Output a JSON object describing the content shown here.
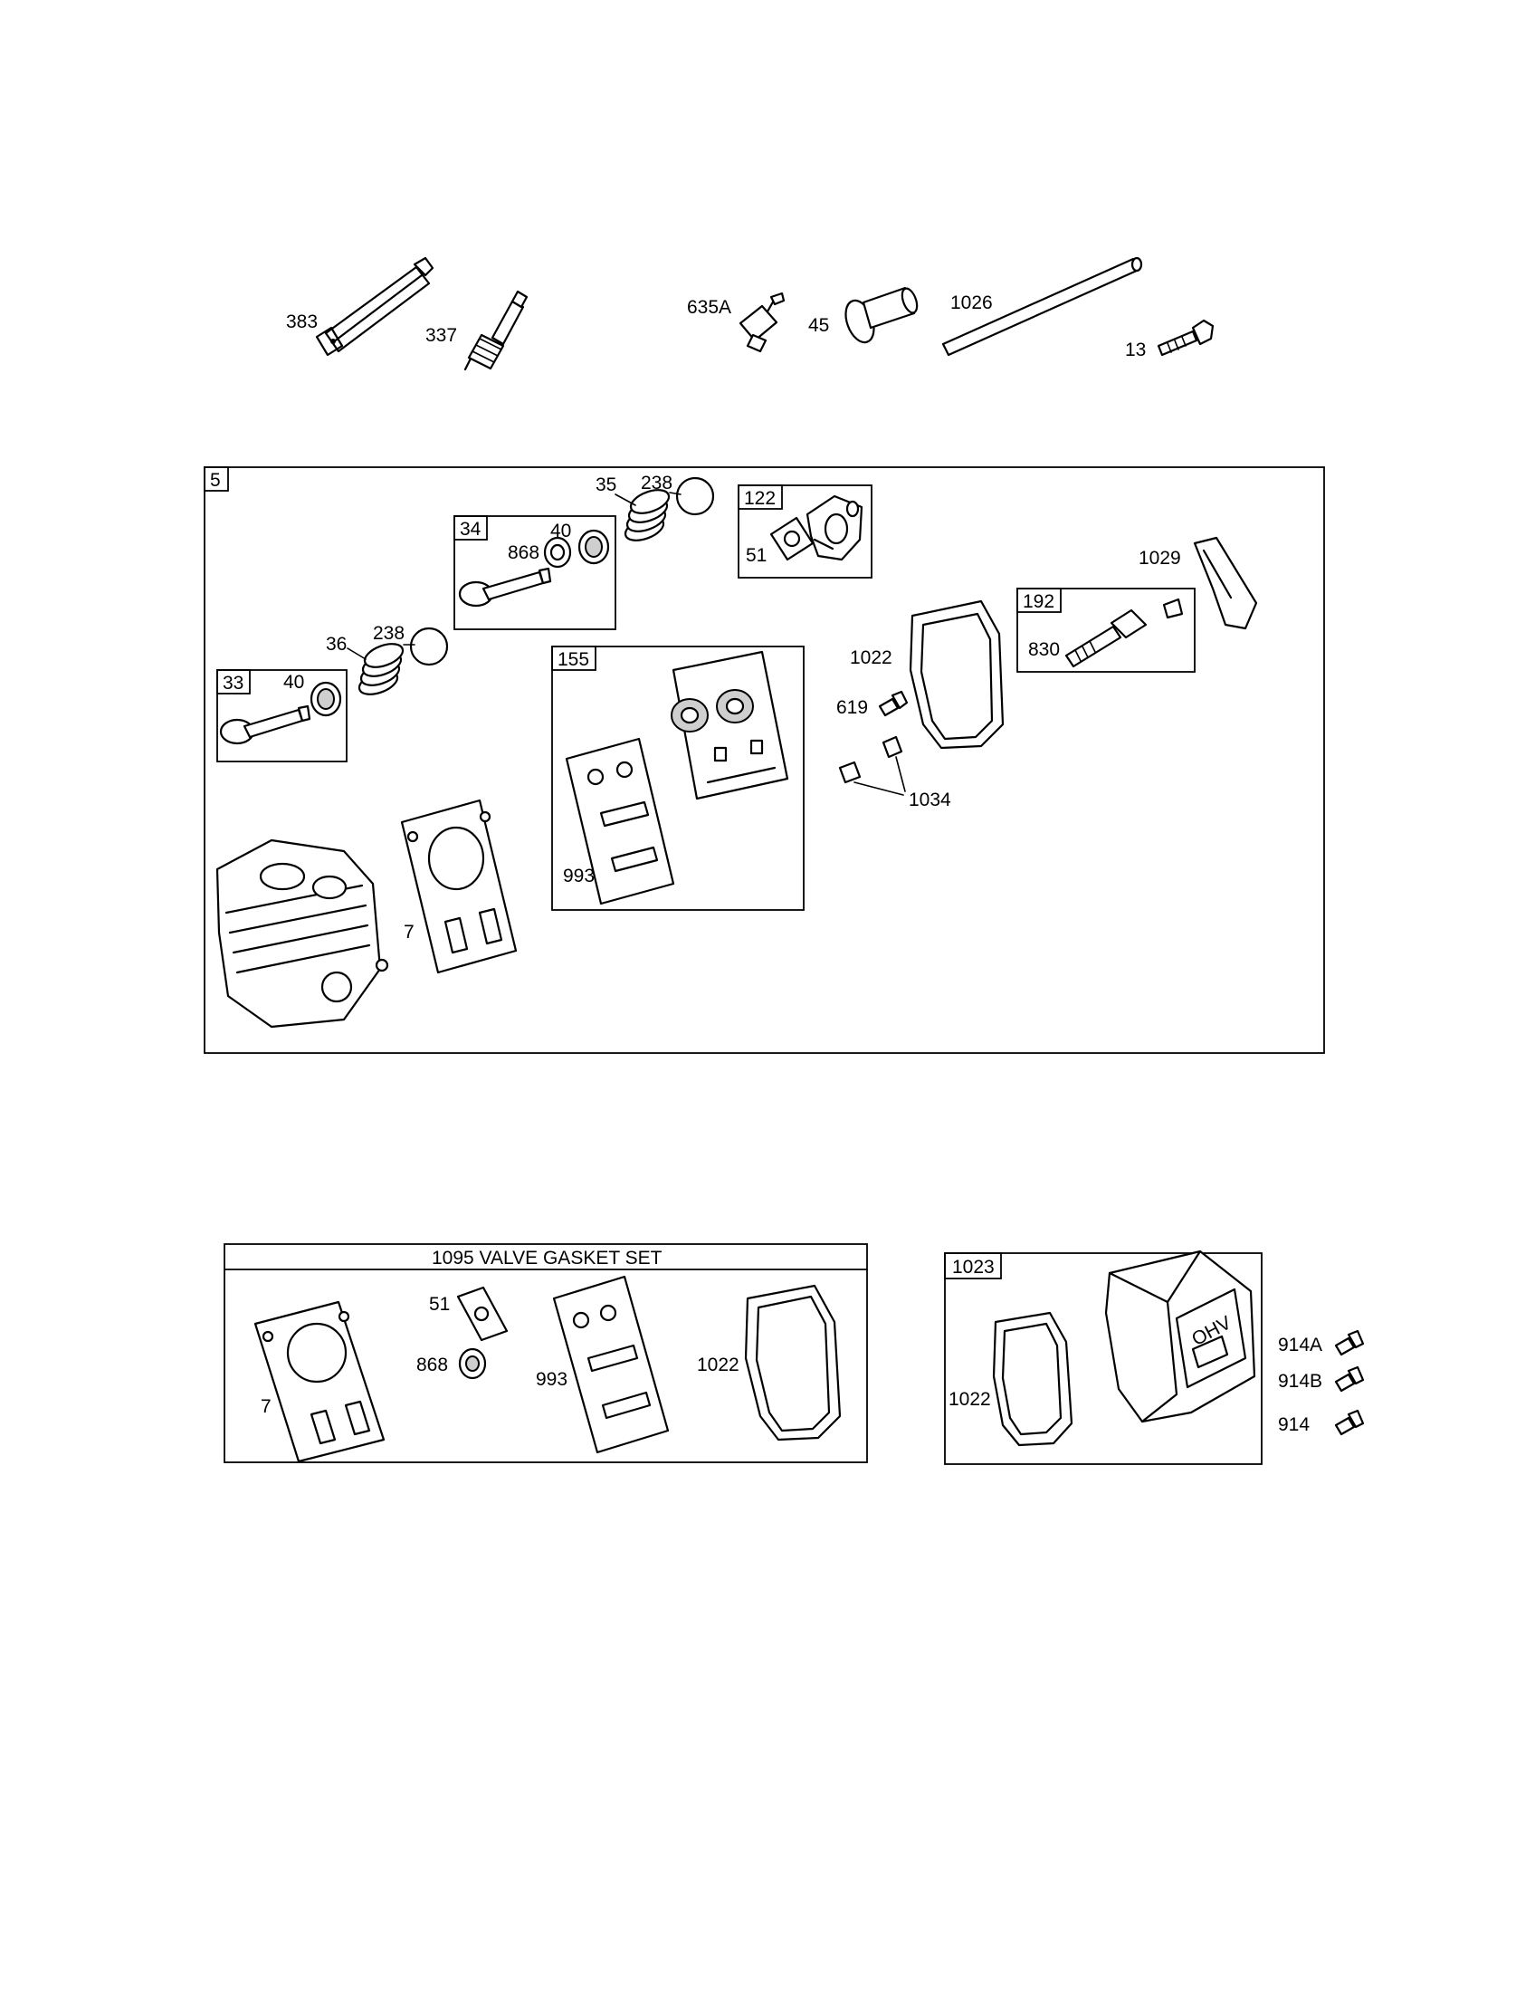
{
  "labels": {
    "top": {
      "p383": "383",
      "p337": "337",
      "p635a": "635A",
      "p45": "45",
      "p1026": "1026",
      "p13": "13"
    },
    "main": {
      "box5": "5",
      "p35": "35",
      "p238a": "238",
      "box122": "122",
      "p51": "51",
      "box34": "34",
      "p40a": "40",
      "p868": "868",
      "p1029": "1029",
      "box192": "192",
      "p830": "830",
      "p36": "36",
      "p238b": "238",
      "box33": "33",
      "p40b": "40",
      "box155": "155",
      "p993": "993",
      "p1022": "1022",
      "p619": "619",
      "p1034": "1034",
      "p7": "7"
    },
    "gasket_set": {
      "title": "1095 VALVE GASKET SET",
      "p7": "7",
      "p51": "51",
      "p868": "868",
      "p993": "993",
      "p1022": "1022"
    },
    "cover": {
      "box1023": "1023",
      "p1022": "1022",
      "p914a": "914A",
      "p914b": "914B",
      "p914": "914",
      "emblem": "OHV"
    }
  }
}
